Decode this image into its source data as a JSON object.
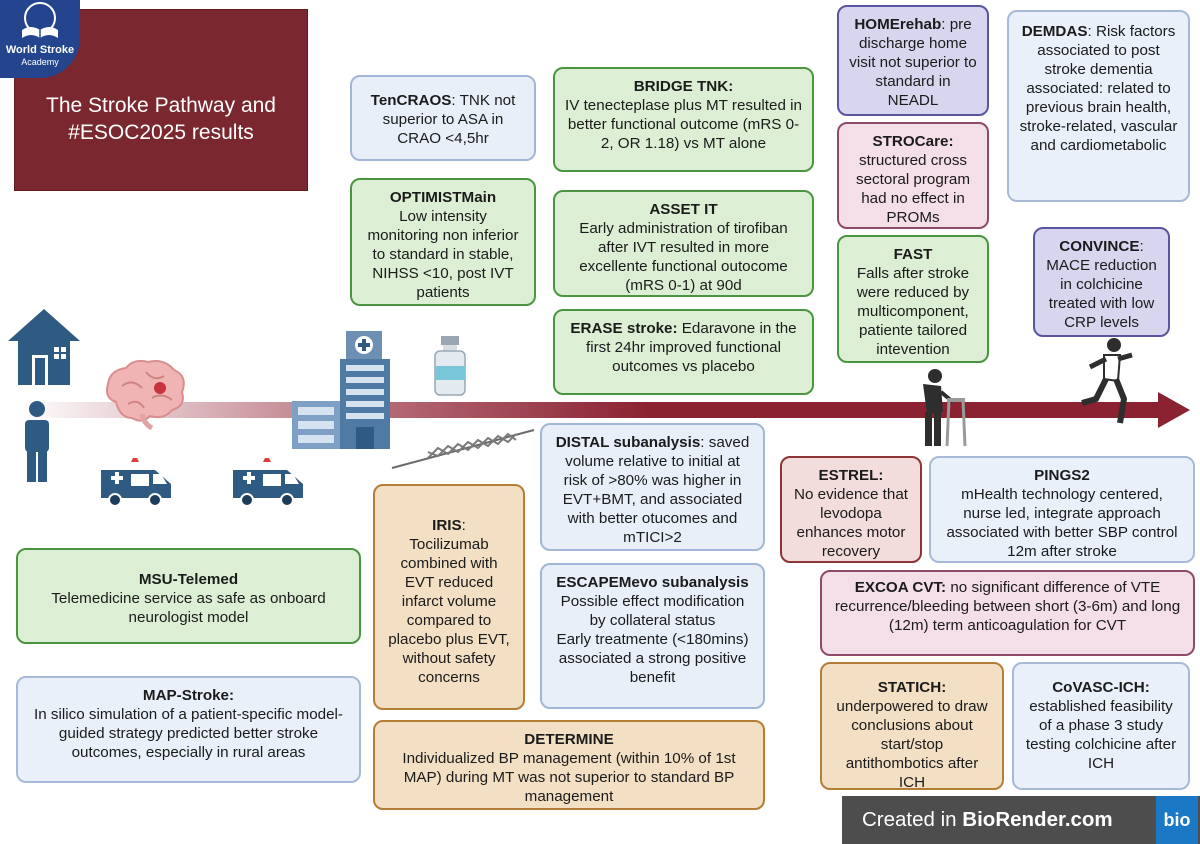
{
  "header": {
    "logo_title": "World Stroke",
    "logo_subtitle": "Academy",
    "title_line1": "The Stroke Pathway and",
    "title_line2": "#ESOC2025 results"
  },
  "studies": {
    "tencraos": {
      "title": "TenCRAOS",
      "suffix": ":",
      "text": "TNK not superior to ASA in CRAO <4,5hr"
    },
    "bridge_tnk": {
      "title": "BRIDGE TNK:",
      "text": "IV tenecteplase plus MT resulted in better functional outcome (mRS 0-2, OR 1.18) vs MT alone"
    },
    "optimistmain": {
      "title": "OPTIMISTMain",
      "text": "Low intensity monitoring non inferior to standard in stable, NIHSS <10, post IVT patients"
    },
    "asset_it": {
      "title": "ASSET IT",
      "text": "Early administration of tirofiban after IVT resulted in more excellente functional outocome (mRS 0-1) at 90d"
    },
    "erase_stroke": {
      "title": "ERASE stroke:",
      "text": "Edaravone in the first 24hr improved functional outcomes vs placebo"
    },
    "homerehab": {
      "title": "HOMErehab",
      "suffix": ":",
      "text": "pre discharge home visit not superior to standard in NEADL"
    },
    "strocare": {
      "title": "STROCare:",
      "text": "structured cross sectoral program had no effect in PROMs"
    },
    "fast": {
      "title": "FAST",
      "text": "Falls after stroke were reduced by multicomponent, patiente tailored intevention"
    },
    "demdas": {
      "title": "DEMDAS",
      "suffix": ":",
      "text": "Risk factors associated to post stroke dementia associated: related to previous brain health, stroke-related, vascular and cardiometabolic"
    },
    "convince": {
      "title": "CONVINCE",
      "suffix": ":",
      "text": "MACE reduction in colchicine treated with low CRP levels"
    },
    "distal": {
      "title": "DISTAL subanalysis",
      "suffix": ":",
      "text": "saved volume relative to initial at risk of >80% was higher in EVT+BMT, and associated with better otucomes and mTICI>2"
    },
    "iris": {
      "title": "IRIS",
      "suffix": ":",
      "text": "Tocilizumab combined with EVT reduced infarct volume compared to placebo plus EVT, without safety concerns"
    },
    "escapemevo": {
      "title": "ESCAPEMevo subanalysis",
      "text1": "Possible effect modification by collateral status",
      "text2": "Early treatmente (<180mins) associated a strong positive benefit"
    },
    "estrel": {
      "title": "ESTREL:",
      "text": "No evidence that levodopa enhances motor recovery"
    },
    "pings2": {
      "title": "PINGS2",
      "text": "mHealth technology centered, nurse led, integrate approach associated with better SBP control 12m after stroke"
    },
    "excoa_cvt": {
      "title": "EXCOA CVT:",
      "text": "no significant difference of VTE recurrence/bleeding between short (3-6m) and long (12m) term anticoagulation for CVT"
    },
    "msu_telemed": {
      "title": "MSU-Telemed",
      "text": "Telemedicine service as safe as onboard neurologist model"
    },
    "map_stroke": {
      "title": "MAP-Stroke:",
      "text": "In silico simulation of a patient-specific model-guided strategy predicted better stroke outcomes, especially in rural areas"
    },
    "determine": {
      "title": "DETERMINE",
      "text": "Individualized BP management (within 10% of 1st MAP) during MT was not superior to standard BP management"
    },
    "statich": {
      "title": "STATICH:",
      "text": "underpowered to draw conclusions about start/stop antithombotics after ICH"
    },
    "covasc_ich": {
      "title": "CoVASC-ICH:",
      "text": "established feasibility of a phase 3 study testing colchicine after ICH"
    }
  },
  "footer": {
    "prefix": "Created in",
    "brand": "BioRender.com",
    "badge": "bio"
  },
  "colors": {
    "title_bg": "#7b2730",
    "arrow": "#8b2232",
    "blue_box": "#e8eff9",
    "green_box": "#dcefd4",
    "orange_box": "#f2dfc4",
    "pink_box": "#f4dee8",
    "lavender_box": "#d8d6ef",
    "logo": "#24458d"
  },
  "icons": [
    "house-icon",
    "person-icon",
    "brain-icon",
    "ambulance-icon",
    "hospital-icon",
    "vial-icon",
    "stent-icon",
    "walker-elderly-icon",
    "runner-icon"
  ]
}
